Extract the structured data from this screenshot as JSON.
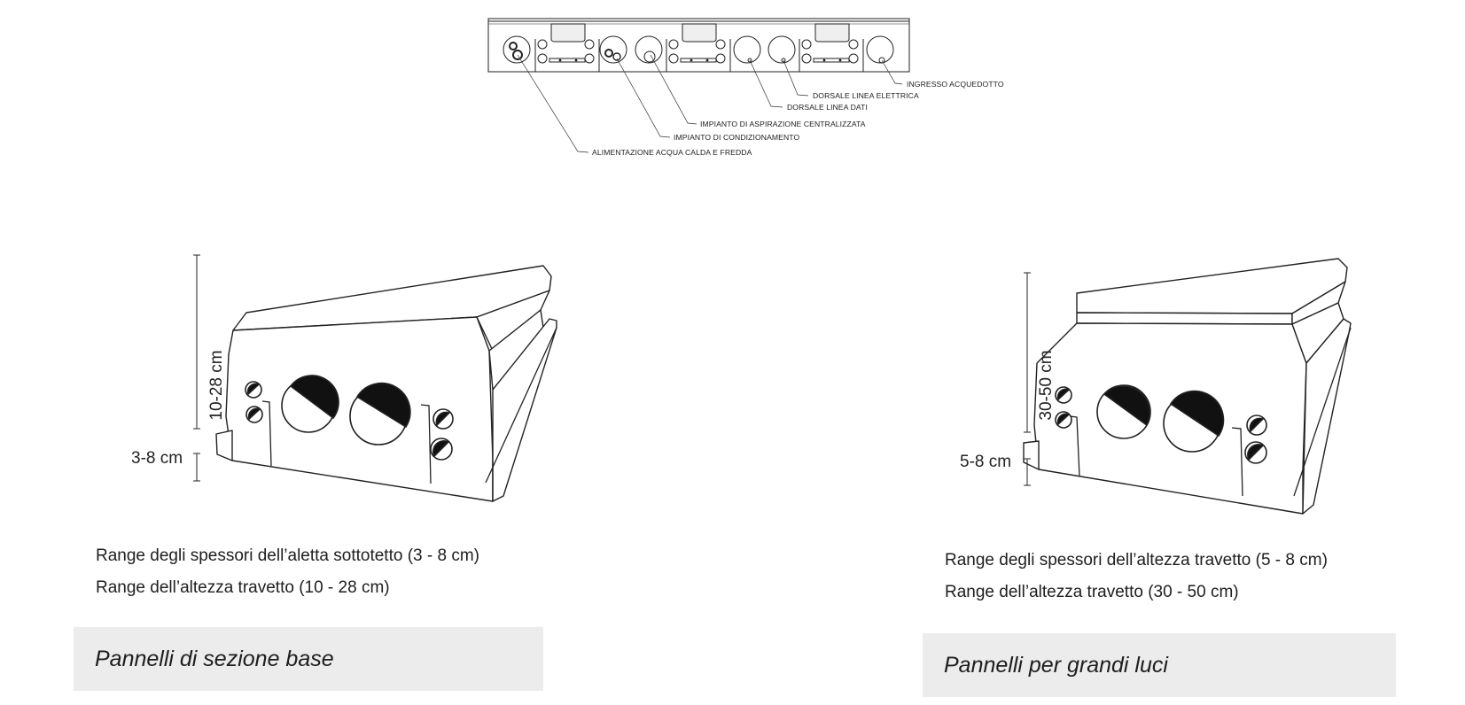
{
  "section_diagram": {
    "callouts": [
      "INGRESSO ACQUEDOTTO",
      "DORSALE LINEA ELETTRICA",
      "DORSALE LINEA DATI",
      "IMPIANTO DI ASPIRAZIONE CENTRALIZZATA",
      "IMPIANTO DI CONDIZIONAMENTO",
      "ALIMENTAZIONE ACQUA CALDA E FREDDA"
    ]
  },
  "panel_left": {
    "height_dim": "10-28 cm",
    "flange_dim": "3-8 cm",
    "caption_1": "Range degli spessori dell’aletta sottotetto (3 - 8 cm)",
    "caption_2": "Range dell’altezza travetto (10 - 28 cm)",
    "label": "Pannelli di sezione base"
  },
  "panel_right": {
    "height_dim": "30-50 cm",
    "flange_dim": "5-8 cm",
    "caption_1": "Range degli spessori dell’altezza travetto (5 - 8 cm)",
    "caption_2": "Range dell’altezza travetto (30 - 50 cm)",
    "label": "Pannelli per grandi luci"
  }
}
